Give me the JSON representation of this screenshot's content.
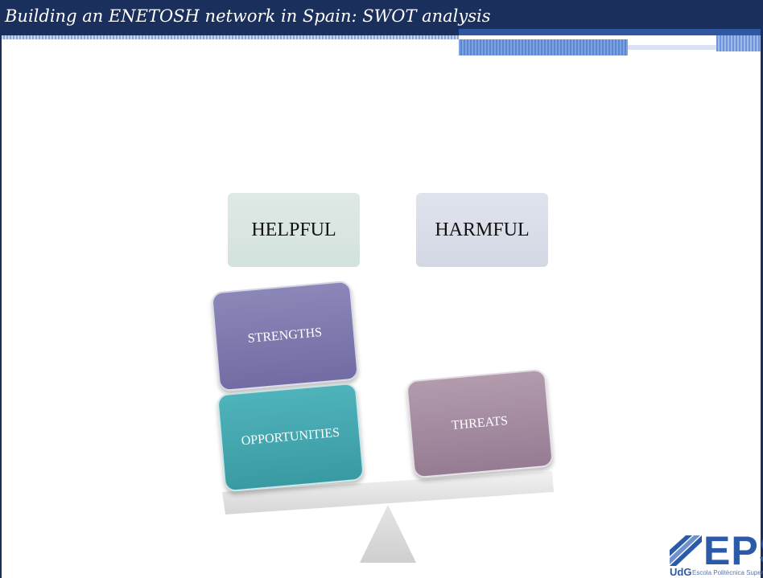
{
  "slide": {
    "title": "Building an ENETOSH network in Spain: SWOT analysis"
  },
  "columns": {
    "helpful": "HELPFUL",
    "harmful": "HARMFUL"
  },
  "tiles": {
    "strengths": "STRENGTHS",
    "opportunities": "OPPORTUNITIES",
    "threats": "THREATS"
  },
  "logo": {
    "name": "EPS",
    "udg": "UdG",
    "subtitle": "Escola Politècnica Superior"
  },
  "colors": {
    "header": "#1b2f5c",
    "strengths": "#7e7aaf",
    "opportunities": "#45a7af",
    "threats": "#a68ca1",
    "beam": "#e6e6e6"
  }
}
